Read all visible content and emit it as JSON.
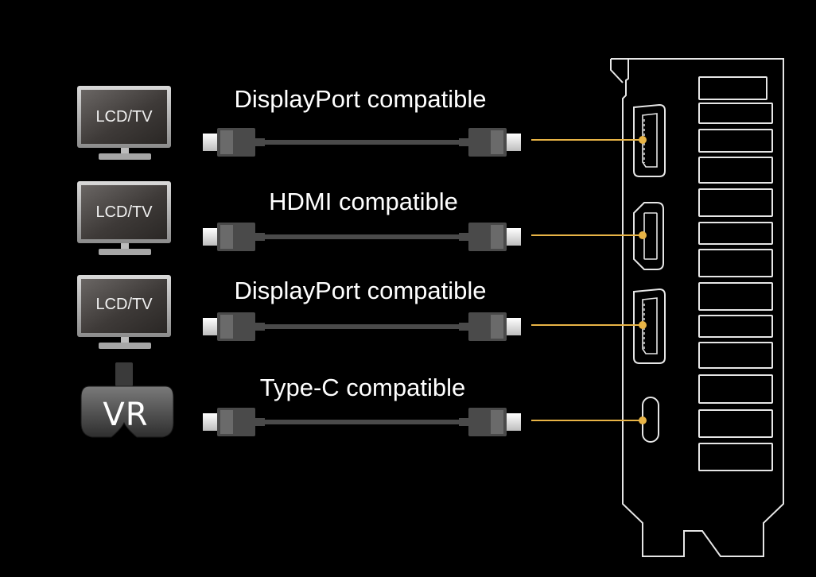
{
  "colors": {
    "background": "#000000",
    "link_line": "#e8b446",
    "cable": "#4a4a4a",
    "bracket_outline": "#e6e6e6"
  },
  "rows": [
    {
      "device": "LCD/TV",
      "device_type": "monitor",
      "cable_label": "DisplayPort compatible",
      "port": "displayport"
    },
    {
      "device": "LCD/TV",
      "device_type": "monitor",
      "cable_label": "HDMI compatible",
      "port": "hdmi"
    },
    {
      "device": "LCD/TV",
      "device_type": "monitor",
      "cable_label": "DisplayPort compatible",
      "port": "displayport"
    },
    {
      "device": "VR",
      "device_type": "vr-headset",
      "cable_label": "Type-C compatible",
      "port": "usb-c"
    }
  ]
}
